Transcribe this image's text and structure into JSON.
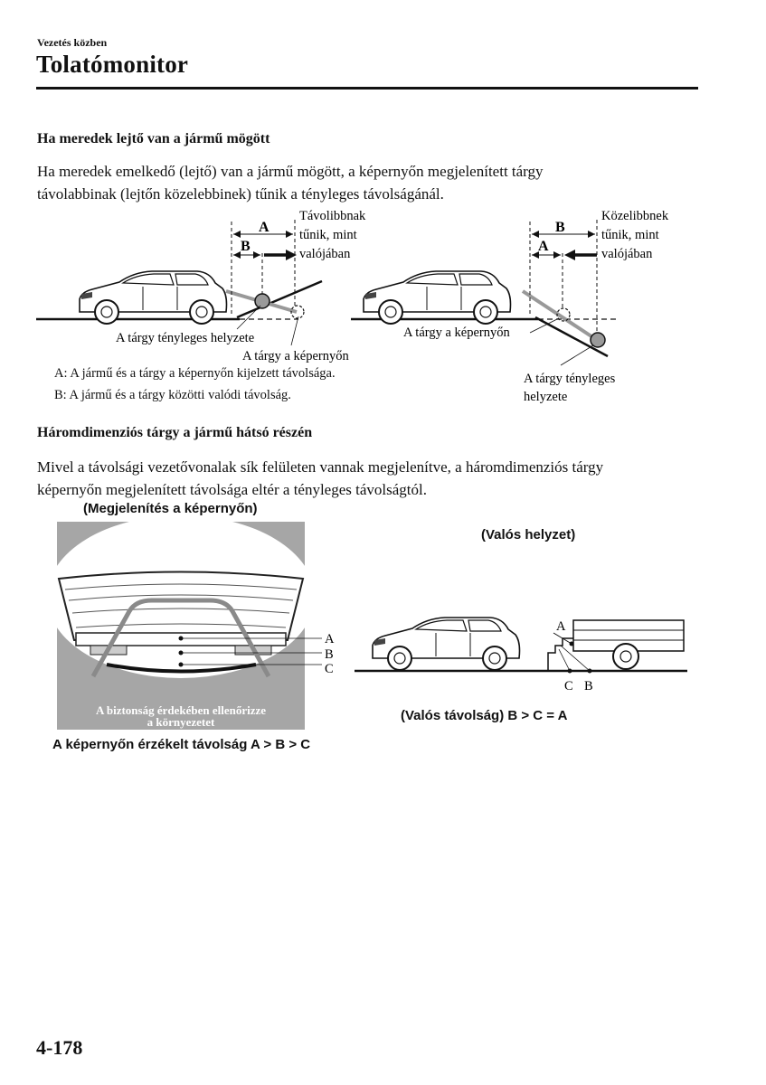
{
  "header": {
    "section_label": "Vezetés közben",
    "title": "Tolatómonitor"
  },
  "section1": {
    "heading": "Ha meredek lejtő van a jármű mögött",
    "paragraph_line1": "Ha meredek emelkedő (lejtő) van a jármű mögött, a képernyőn megjelenített tárgy",
    "paragraph_line2": "távolabbinak (lejtőn közelebbinek) tűnik a tényleges távolságánál.",
    "figure_left": {
      "label_a": "A",
      "label_b": "B",
      "note_line1": "Távolibbnak",
      "note_line2": "tűnik, mint",
      "note_line3": "valójában",
      "actual_position": "A tárgy tényleges helyzete",
      "on_screen": "A tárgy a képernyőn"
    },
    "figure_right": {
      "label_b": "B",
      "label_a": "A",
      "note_line1": "Közelibbnek",
      "note_line2": "tűnik, mint",
      "note_line3": "valójában",
      "on_screen": "A tárgy a képernyőn",
      "actual_line1": "A tárgy tényleges",
      "actual_line2": "helyzete"
    },
    "legend_a": "A: A jármű és a tárgy a képernyőn kijelzett távolsága.",
    "legend_b": "B: A jármű és a tárgy közötti valódi távolság."
  },
  "section2": {
    "heading": "Háromdimenziós tárgy a jármű hátsó részén",
    "paragraph_line1": "Mivel a távolsági vezetővonalak sík felületen vannak megjelenítve, a háromdimenziós tárgy",
    "paragraph_line2": "képernyőn megjelenített távolsága eltér a tényleges távolságtól.",
    "screen_caption": "(Megjelenítés a képernyőn)",
    "screen_warning_line1": "A biztonság érdekében ellenőrizze",
    "screen_warning_line2": "a környezetet",
    "screen_labels": [
      "A",
      "B",
      "C"
    ],
    "screen_distance": "A képernyőn érzékelt távolság A > B > C",
    "real_caption": "(Valós helyzet)",
    "real_label_a": "A",
    "real_label_c": "C",
    "real_label_b": "B",
    "real_distance": "(Valós távolság) B > C = A"
  },
  "footer": {
    "page_number": "4-178"
  },
  "colors": {
    "text": "#111111",
    "screen_gray": "#a6a6a6",
    "guide_line": "#8a8a8a",
    "object_gray": "#9a9a9a"
  }
}
